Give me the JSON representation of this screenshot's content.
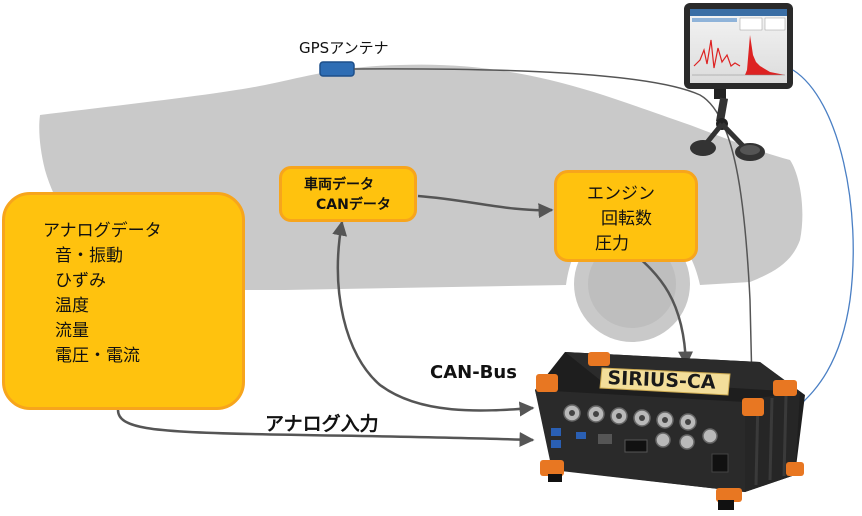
{
  "labels": {
    "gps": "GPSアンテナ",
    "can_bus": "CAN-Bus",
    "analog_input": "アナログ入力",
    "device": "SIRIUS-CA"
  },
  "analog_box": {
    "title": "アナログデータ",
    "items": [
      "音・振動",
      "ひずみ",
      "温度",
      "流量",
      "電圧・電流"
    ]
  },
  "vehicle_box": {
    "lines": [
      "車両データ",
      "CANデータ"
    ]
  },
  "engine_box": {
    "lines": [
      "エンジン",
      "回転数",
      "圧力"
    ]
  },
  "colors": {
    "box_fill": "#FFC20E",
    "box_border": "#F7A51C",
    "car": "#C9C9C9",
    "arrow": "#555555",
    "cable": "#4A7FC4"
  },
  "icons": [
    "car-silhouette",
    "gps-antenna-icon",
    "tablet-display-icon",
    "sirius-ca-device-icon"
  ]
}
